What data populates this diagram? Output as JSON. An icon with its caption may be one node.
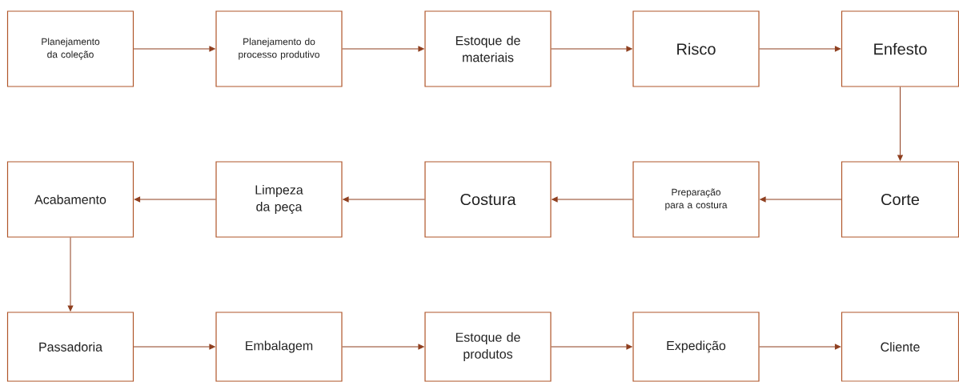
{
  "diagram": {
    "nodes": [
      {
        "text": [
          "Planejamento da coleção"
        ]
      },
      {
        "text": [
          "Planejamento do processo produtivo"
        ]
      },
      {
        "text": [
          "Estoque de materiais"
        ]
      },
      {
        "text": [
          "Risco"
        ]
      },
      {
        "text": [
          "Enfesto"
        ]
      },
      {
        "text": [
          "Acabamento"
        ]
      },
      {
        "text": [
          "Limpeza da peça"
        ]
      },
      {
        "text": [
          "Costura"
        ]
      },
      {
        "text": [
          "Preparação para a costura"
        ]
      },
      {
        "text": [
          "Corte"
        ]
      },
      {
        "text": [
          "Passadoria"
        ]
      },
      {
        "text": [
          "Embalagem"
        ]
      },
      {
        "text": [
          "Estoque de produtos"
        ]
      },
      {
        "text": [
          "Expedição"
        ]
      },
      {
        "text": [
          "Cliente"
        ]
      }
    ],
    "edges": [
      {
        "from": 0,
        "to": 1,
        "arrow": "to"
      },
      {
        "from": 1,
        "to": 2,
        "arrow": "to"
      },
      {
        "from": 2,
        "to": 3,
        "arrow": "to"
      },
      {
        "from": 3,
        "to": 4,
        "arrow": "to"
      },
      {
        "from": 4,
        "to": 9,
        "arrow": "to"
      },
      {
        "from": 9,
        "to": 8,
        "arrow": "to"
      },
      {
        "from": 8,
        "to": 7,
        "arrow": "to"
      },
      {
        "from": 7,
        "to": 6,
        "arrow": "to"
      },
      {
        "from": 6,
        "to": 5,
        "arrow": "to"
      },
      {
        "from": 5,
        "to": 10,
        "arrow": "to"
      },
      {
        "from": 10,
        "to": 11,
        "arrow": "to"
      },
      {
        "from": 11,
        "to": 12,
        "arrow": "to"
      },
      {
        "from": 12,
        "to": 13,
        "arrow": "to"
      },
      {
        "from": 13,
        "to": 14,
        "arrow": "to"
      }
    ]
  }
}
